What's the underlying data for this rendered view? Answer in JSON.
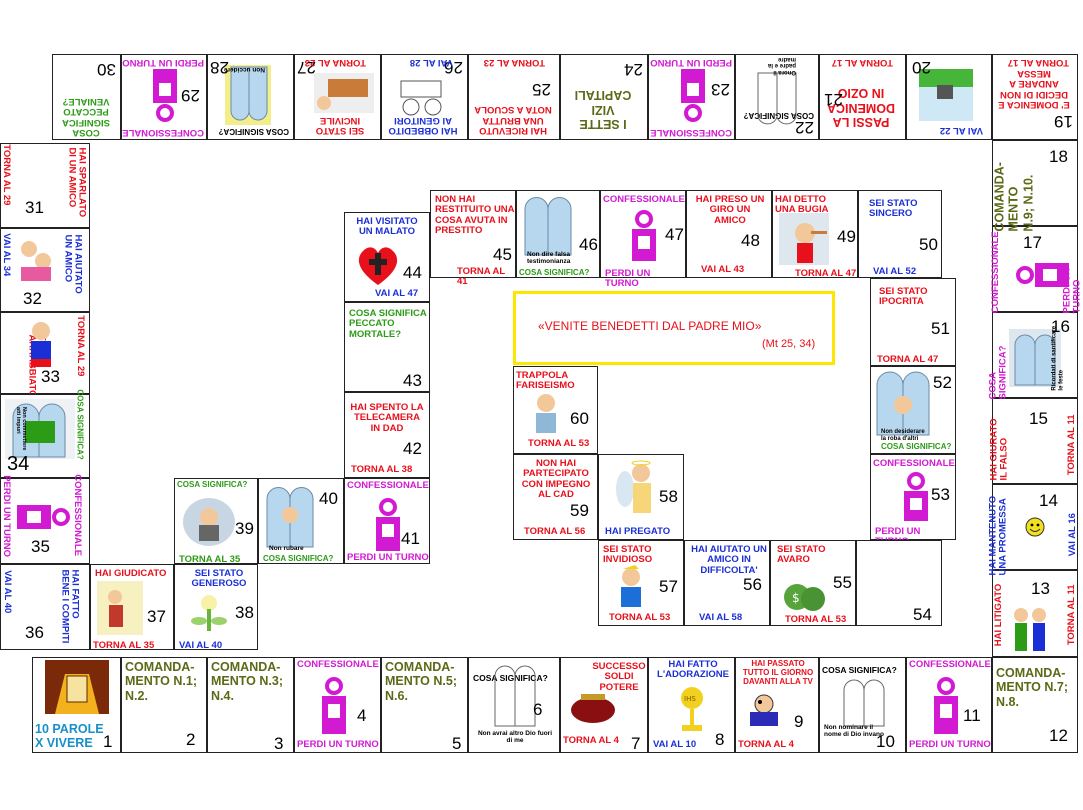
{
  "center": {
    "title": "«VENITE BENEDETTI DAL PADRE MIO»",
    "ref": "(Mt 25, 34)"
  },
  "bottom_row": [
    {
      "n": "1",
      "text": "10 PAROLE X VIVERE"
    },
    {
      "n": "2",
      "text": "COMANDA-MENTO N.1; N.2."
    },
    {
      "n": "3",
      "text": "COMANDA-MENTO N.3; N.4."
    },
    {
      "n": "4",
      "head": "CONFESSIONALE",
      "foot": "PERDI UN TURNO"
    },
    {
      "n": "5",
      "text": "COMANDA-MENTO N.5; N.6."
    },
    {
      "n": "6",
      "head": "COSA SIGNIFICA?",
      "caption": "Non avrai altro Dio fuori di me"
    },
    {
      "n": "7",
      "head": "SUCCESSO SOLDI POTERE",
      "foot": "TORNA AL 4"
    },
    {
      "n": "8",
      "head": "HAI FATTO L'ADORAZIONE",
      "foot": "VAI AL 10"
    },
    {
      "n": "9",
      "head": "HAI PASSATO TUTTO IL GIORNO DAVANTI ALLA TV",
      "foot": "TORNA AL 4"
    },
    {
      "n": "10",
      "head": "COSA SIGNIFICA?",
      "caption": "Non nominare il nome di Dio invano"
    },
    {
      "n": "11",
      "head": "CONFESSIONALE",
      "foot": "PERDI UN TURNO"
    },
    {
      "n": "12",
      "text": "COMANDA-MENTO N.7; N.8."
    }
  ],
  "right_col": [
    {
      "n": "13",
      "head": "HAI LITIGATO",
      "foot": "TORNA AL 11"
    },
    {
      "n": "14",
      "head": "HAI MANTENUTO UNA PROMESSA",
      "foot": "VAI AL 16"
    },
    {
      "n": "15",
      "head": "HAI GIURATO IL FALSO",
      "foot": "TORNA AL 11"
    },
    {
      "n": "16",
      "head": "COSA SIGNIFICA?",
      "caption": "Ricordati di santificare le feste"
    },
    {
      "n": "17",
      "head": "CONFESSIONALE",
      "foot": "PERDI UN TURNO"
    },
    {
      "n": "18",
      "text": "COMANDA-MENTO N.9; N.10."
    }
  ],
  "top_row": [
    {
      "n": "19",
      "head": "E' DOMENICA E DECIDI DI NON ANDARE A MESSA",
      "foot": "TORNA AL 17"
    },
    {
      "n": "20",
      "foot": "VAI AL 22"
    },
    {
      "n": "21",
      "head": "PASSI LA DOMENICA IN OZIO",
      "foot": "TORNA AL 17"
    },
    {
      "n": "22",
      "head": "COSA SIGNIFICA?",
      "caption": "Onora il padre e la madre"
    },
    {
      "n": "23",
      "head": "CONFESSIONALE",
      "foot": "PERDI UN TURNO"
    },
    {
      "n": "24",
      "text": "I SETTE VIZI CAPITALI"
    },
    {
      "n": "25",
      "head": "HAI RICEVUTO UNA BRUTTA NOTA A SCUOLA",
      "foot": "TORNA AL 23"
    },
    {
      "n": "26",
      "head": "HAI OBBEDITO AI GENITORI",
      "foot": "VAI AL 28"
    },
    {
      "n": "27",
      "head": "SEI STATO INCIVILE",
      "foot": "TORNA AL 23"
    },
    {
      "n": "28",
      "head": "COSA SIGNIFICA?",
      "caption": "Non uccidere"
    },
    {
      "n": "29",
      "head": "CONFESSIONALE",
      "foot": "PERDI UN TURNO"
    },
    {
      "n": "30",
      "head": "COSA SIGNIFICA PECCATO VENIALE?"
    }
  ],
  "left_col": [
    {
      "n": "31",
      "head": "HAI SPARLATO DI UN AMICO",
      "foot": "TORNA AL 29"
    },
    {
      "n": "32",
      "head": "HAI AIUTATO UN AMICO",
      "foot": "VAI AL 34"
    },
    {
      "n": "33",
      "head": "TI SEI ARRABBIATO",
      "foot": "TORNA AL 29"
    },
    {
      "n": "34",
      "head": "COSA SIGNIFICA?",
      "caption": "Non commettere atti impuri"
    },
    {
      "n": "35",
      "head": "CONFESSIONALE",
      "foot": "PERDI UN TURNO"
    },
    {
      "n": "36",
      "head": "HAI FATTO BENE I COMPITI",
      "foot": "VAI AL 40"
    }
  ],
  "inner": [
    {
      "n": "37",
      "head": "HAI GIUDICATO",
      "foot": "TORNA AL 35"
    },
    {
      "n": "38",
      "head": "SEI STATO GENEROSO",
      "foot": "VAI AL 40"
    },
    {
      "n": "39",
      "head": "COSA SIGNIFICA?",
      "foot": "TORNA AL 35"
    },
    {
      "n": "40",
      "caption": "Non rubare",
      "foot": "COSA SIGNIFICA?"
    },
    {
      "n": "41",
      "head": "CONFESSIONALE",
      "foot": "PERDI UN TURNO"
    },
    {
      "n": "42",
      "head": "HAI SPENTO LA TELECAMERA IN DAD",
      "foot": "TORNA AL 38"
    },
    {
      "n": "43",
      "head": "COSA SIGNIFICA PECCATO MORTALE?"
    },
    {
      "n": "44",
      "head": "HAI VISITATO UN MALATO",
      "foot": "VAI AL 47"
    },
    {
      "n": "45",
      "head": "NON HAI RESTITUITO UNA COSA AVUTA IN PRESTITO",
      "foot": "TORNA AL 41"
    },
    {
      "n": "46",
      "caption": "Non dire falsa testimonianza",
      "foot": "COSA SIGNIFICA?"
    },
    {
      "n": "47",
      "head": "CONFESSIONALE",
      "foot": "PERDI UN TURNO"
    },
    {
      "n": "48",
      "head": "HAI PRESO UN GIRO UN AMICO",
      "foot": "VAI AL 43"
    },
    {
      "n": "49",
      "head": "HAI DETTO UNA BUGIA",
      "foot": "TORNA AL 47"
    },
    {
      "n": "50",
      "head": "SEI STATO SINCERO",
      "foot": "VAI AL 52"
    },
    {
      "n": "51",
      "head": "SEI STATO IPOCRITA",
      "foot": "TORNA AL 47"
    },
    {
      "n": "52",
      "caption": "Non desiderare la roba d'altri",
      "foot": "COSA SIGNIFICA?"
    },
    {
      "n": "53",
      "head": "CONFESSIONALE",
      "foot": "PERDI UN TURNO"
    },
    {
      "n": "54"
    },
    {
      "n": "55",
      "head": "SEI STATO AVARO",
      "foot": "TORNA AL 53"
    },
    {
      "n": "56",
      "head": "HAI AIUTATO UN AMICO IN DIFFICOLTA'",
      "foot": "VAI AL 58"
    },
    {
      "n": "57",
      "head": "SEI STATO INVIDIOSO",
      "foot": "TORNA AL 53"
    },
    {
      "n": "58",
      "foot": "HAI PREGATO"
    },
    {
      "n": "59",
      "head": "NON HAI PARTECIPATO CON IMPEGNO AL CAD",
      "foot": "TORNA AL 56"
    },
    {
      "n": "60",
      "head": "TRAPPOLA FARISEISMO",
      "foot": "TORNA AL 53"
    }
  ],
  "colors": {
    "red": "#e8101b",
    "blue": "#1b2fd6",
    "green": "#2c9b16",
    "magenta": "#d21ad2",
    "olive": "#5a6a16",
    "yellow": "#ffe600"
  }
}
